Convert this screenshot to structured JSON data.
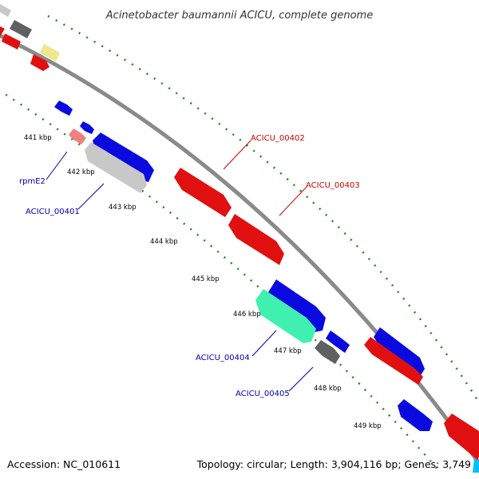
{
  "title": "Acinetobacter baumannii ACICU, complete genome",
  "accession": "Accession: NC_010611",
  "topology": "Topology: circular; Length: 3,904,116 bp; Genes: 3,749",
  "colors": {
    "forward": "#0a0ae0",
    "reverse": "#e01010",
    "pseudo": "#c8c8c8",
    "dark": "#606060",
    "rna": "#f08080",
    "yellow": "#f0e68c",
    "teal": "#40f0b0",
    "label_blue": "#0000b0",
    "label_red": "#d00000",
    "tick_green": "#1a8a1a"
  },
  "ticks": [
    {
      "label": "441 kbp"
    },
    {
      "label": "442 kbp"
    },
    {
      "label": "443 kbp"
    },
    {
      "label": "444 kbp"
    },
    {
      "label": "445 kbp"
    },
    {
      "label": "446 kbp"
    },
    {
      "label": "447 kbp"
    },
    {
      "label": "448 kbp"
    },
    {
      "label": "449 kbp"
    }
  ],
  "gene_labels": [
    {
      "id": "rpmE2",
      "text": "rpmE2",
      "strand": "forward"
    },
    {
      "id": "ACICU_00401",
      "text": "ACICU_00401",
      "strand": "forward"
    },
    {
      "id": "ACICU_00402",
      "text": "ACICU_00402",
      "strand": "reverse"
    },
    {
      "id": "ACICU_00403",
      "text": "ACICU_00403",
      "strand": "reverse"
    },
    {
      "id": "ACICU_00404",
      "text": "ACICU_00404",
      "strand": "forward"
    },
    {
      "id": "ACICU_00405",
      "text": "ACICU_00405",
      "strand": "forward"
    }
  ]
}
